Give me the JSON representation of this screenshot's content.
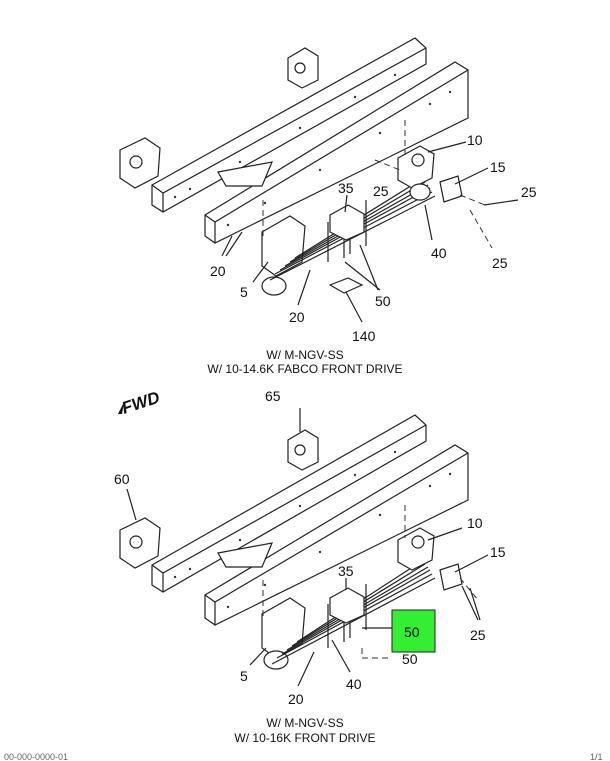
{
  "upper": {
    "caption_line1": "W/ M-NGV-SS",
    "caption_line2": "W/ 10-14.6K FABCO FRONT DRIVE",
    "callouts": [
      "10",
      "15",
      "25",
      "35",
      "25",
      "25",
      "20",
      "40",
      "5",
      "50",
      "20",
      "140"
    ]
  },
  "lower": {
    "caption_line1": "W/ M-NGV-SS",
    "caption_line2": "W/ 10-16K FRONT DRIVE",
    "callouts": [
      "65",
      "60",
      "10",
      "15",
      "35",
      "50",
      "25",
      "50",
      "5",
      "40",
      "20"
    ],
    "highlighted_callout": "50",
    "highlight_color": "#33ee33"
  },
  "fwd_label": "FWD",
  "footer_left": "00-000-0000-01",
  "footer_right": "1/1"
}
